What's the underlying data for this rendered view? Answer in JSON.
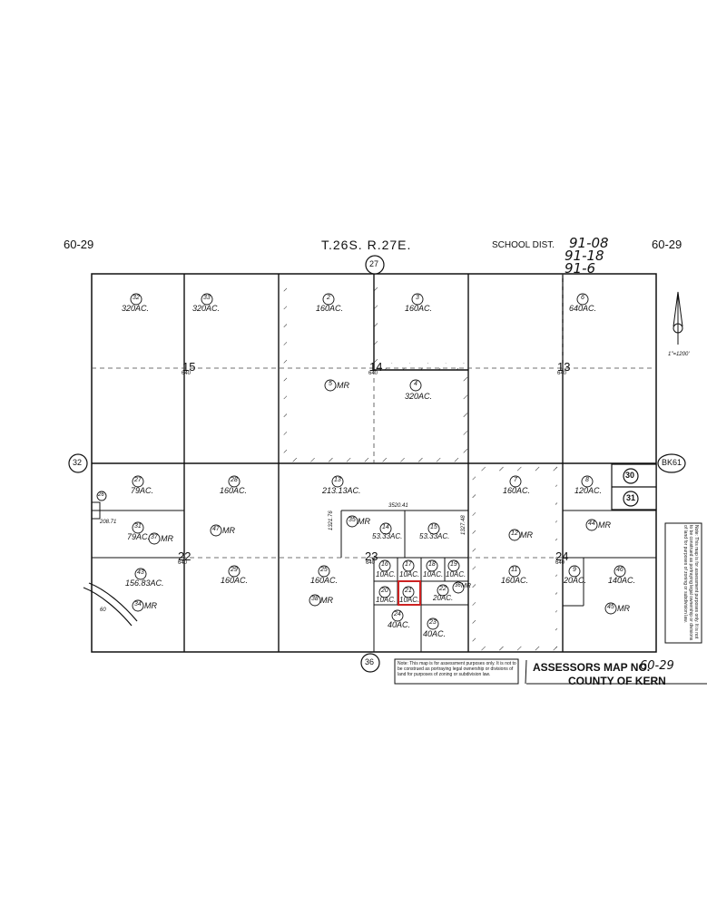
{
  "header": {
    "left_map_no": "60-29",
    "right_map_no": "60-29",
    "township_range": "T.26S. R.27E.",
    "school_dist_label": "SCHOOL DIST.",
    "school_dist_values": [
      "91-08",
      "91-18",
      "91-6"
    ]
  },
  "adjacent_books": {
    "top": "27",
    "left": "32",
    "bottom": "36",
    "right": "BK61",
    "right_sub": [
      "30",
      "31"
    ]
  },
  "scale": "1\"=1200'",
  "sections": [
    {
      "number": "15",
      "acres": "640"
    },
    {
      "number": "14",
      "acres": "640"
    },
    {
      "number": "13",
      "acres": "640"
    },
    {
      "number": "22",
      "acres": "640"
    },
    {
      "number": "23",
      "acres": "640"
    },
    {
      "number": "24",
      "acres": "640"
    }
  ],
  "parcels": [
    {
      "no": "32",
      "area": "320AC."
    },
    {
      "no": "33",
      "area": "320AC."
    },
    {
      "no": "2",
      "area": "160AC."
    },
    {
      "no": "3",
      "area": "160AC."
    },
    {
      "no": "6",
      "area": "640AC."
    },
    {
      "no": "5",
      "area": "MR"
    },
    {
      "no": "4",
      "area": "320AC."
    },
    {
      "no": "27",
      "area": "79AC."
    },
    {
      "no": "26",
      "area": ""
    },
    {
      "no": "31",
      "area": "79AC."
    },
    {
      "no": "37",
      "area": "MR"
    },
    {
      "no": "28",
      "area": "160AC."
    },
    {
      "no": "47",
      "area": "MR"
    },
    {
      "no": "13",
      "area": "213.13AC."
    },
    {
      "no": "35",
      "area": "MR"
    },
    {
      "no": "14",
      "area": "53.33AC."
    },
    {
      "no": "15",
      "area": "53.33AC."
    },
    {
      "no": "7",
      "area": "160AC."
    },
    {
      "no": "12",
      "area": "MR"
    },
    {
      "no": "8",
      "area": "120AC."
    },
    {
      "no": "44",
      "area": "MR"
    },
    {
      "no": "43",
      "area": "156.83AC."
    },
    {
      "no": "34",
      "area": "MR"
    },
    {
      "no": "29",
      "area": "160AC."
    },
    {
      "no": "25",
      "area": "160AC."
    },
    {
      "no": "38",
      "area": "MR"
    },
    {
      "no": "16",
      "area": "10AC."
    },
    {
      "no": "17",
      "area": "10AC."
    },
    {
      "no": "18",
      "area": "10AC."
    },
    {
      "no": "19",
      "area": "10AC."
    },
    {
      "no": "20",
      "area": "10AC."
    },
    {
      "no": "21",
      "area": "10AC."
    },
    {
      "no": "22",
      "area": "20AC."
    },
    {
      "no": "36",
      "area": "MR"
    },
    {
      "no": "24",
      "area": "40AC."
    },
    {
      "no": "23",
      "area": "40AC."
    },
    {
      "no": "11",
      "area": "160AC."
    },
    {
      "no": "9",
      "area": "20AC."
    },
    {
      "no": "46",
      "area": "140AC."
    },
    {
      "no": "45",
      "area": "MR"
    }
  ],
  "dimensions": [
    "3520.41",
    "1321.76",
    "1327.48",
    "208.71"
  ],
  "road_label": "60",
  "note": "Note: This map is for assessment purposes only. It is not to be construed as portraying legal ownership or divisions of land for purposes of zoning or subdivision law.",
  "footer": {
    "title_prefix": "ASSESSORS MAP NO.",
    "map_no": "60-29",
    "county": "COUNTY OF KERN"
  },
  "colors": {
    "ink": "#111111",
    "highlight": "#cc2222"
  }
}
